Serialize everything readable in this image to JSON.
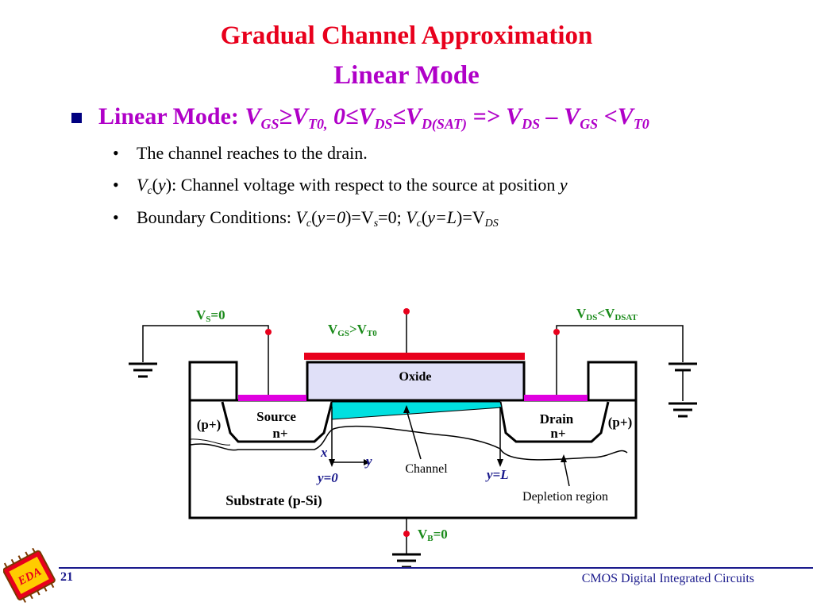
{
  "slide": {
    "title": "Gradual Channel Approximation",
    "subtitle": "Linear Mode",
    "main_bullet": {
      "label": "Linear Mode:",
      "condition_parts": [
        "V",
        "GS",
        "≥V",
        "T0,",
        " 0≤V",
        "DS",
        "≤V",
        "D(SAT)",
        " => V",
        "DS",
        " – V",
        "GS",
        " <V",
        "T0"
      ]
    },
    "sub_bullets": [
      "The channel reaches to the drain.",
      ": Channel voltage with respect to the source at position ",
      "Boundary Conditions: "
    ],
    "sub_bullet_tokens": {
      "vc": "V",
      "c": "c",
      "y": "y",
      "bc_1": "(",
      "bc_y0": "y=0",
      "bc_2": ")=V",
      "s": "s",
      "bc_3": "=0; ",
      "bc_4": "(",
      "bc_yL": "y=L",
      "bc_5": ")=V",
      "ds": "DS"
    },
    "page_number": "21",
    "course_name": "CMOS Digital Integrated Circuits",
    "logo_text": "EDA"
  },
  "diagram": {
    "vs_label": "V",
    "vs_sub": "S",
    "vs_rest": "=0",
    "vgs_label": "V",
    "vgs_sub": "GS",
    "vgs_mid": ">V",
    "vgs_sub2": "T0",
    "vds_label": "V",
    "vds_sub": "DS",
    "vds_mid": "<V",
    "vds_sub2": "DSAT",
    "vb_label": "V",
    "vb_sub": "B",
    "vb_rest": "=0",
    "oxide": "Oxide",
    "source": "Source",
    "source_n": "n+",
    "drain": "Drain",
    "drain_n": "n+",
    "p_left": "(p+)",
    "p_right": "(p+)",
    "x_axis": "x",
    "y_axis": "y",
    "y0": "y=0",
    "yL": "y=L",
    "channel": "Channel",
    "depletion": "Depletion region",
    "substrate": "Substrate (p-Si)"
  },
  "colors": {
    "title": "#e8001c",
    "accent": "#b000c8",
    "label_blue": "#1a1a8c",
    "gate_metal": "#e8001c",
    "oxide_fill": "#e0e0f8",
    "channel_fill": "#00e0e0",
    "contact": "#e000e0",
    "terminal_dot": "#e8001c",
    "green_label": "#1a8a1a"
  }
}
